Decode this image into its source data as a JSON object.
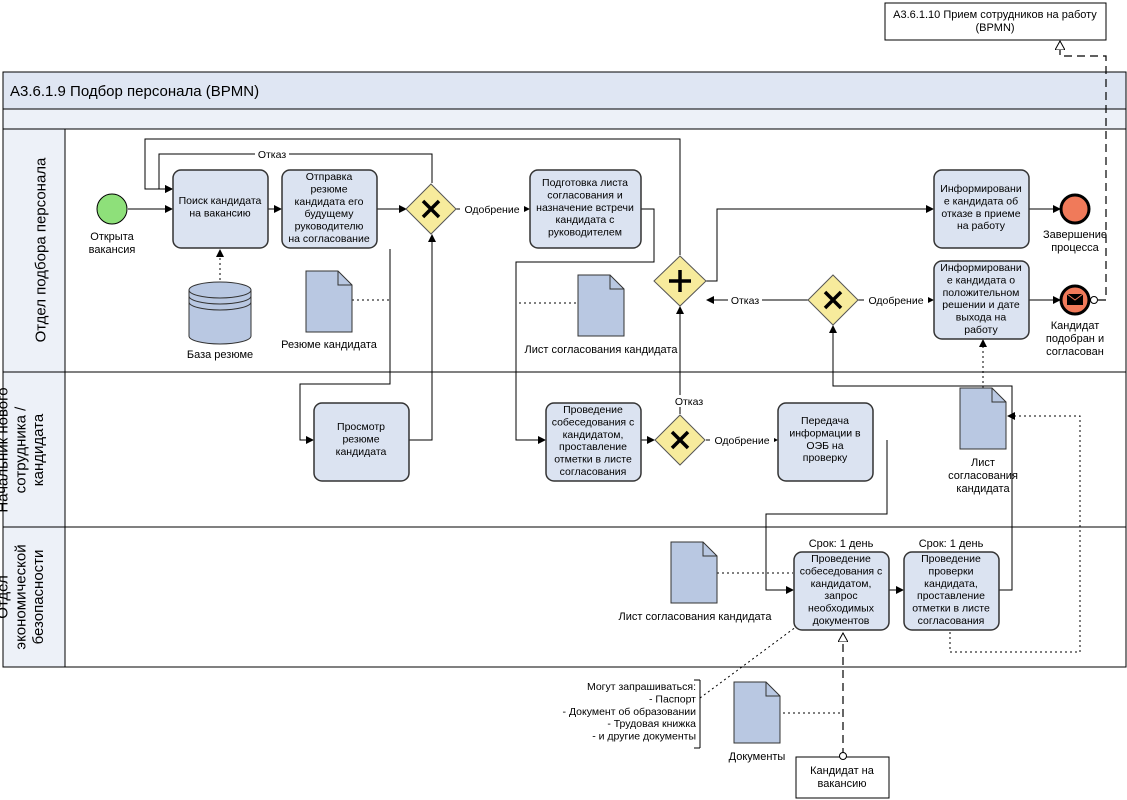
{
  "header": {
    "title": "А3.6.1.9 Подбор персонала (BPMN)",
    "linked_process": [
      "А3.6.1.10 Прием сотрудников на работу",
      "(BPMN)"
    ]
  },
  "lanes": [
    {
      "lines": [
        "Отдел подбора персонала"
      ]
    },
    {
      "lines": [
        "Начальник нового",
        "сотрудника /",
        "кандидата"
      ]
    },
    {
      "lines": [
        "Отдел",
        "экономической",
        "безопасности"
      ]
    }
  ],
  "events": {
    "start": [
      "Открыта",
      "вакансия"
    ],
    "end_reject": [
      "Завершение",
      "процесса"
    ],
    "end_success": [
      "Кандидат",
      "подобран и",
      "согласован"
    ]
  },
  "tasks": {
    "search": [
      "Поиск кандидата",
      "на вакансию"
    ],
    "send": [
      "Отправка",
      "резюме",
      "кандидата его",
      "будущему",
      "руководителю",
      "на согласование"
    ],
    "prepare": [
      "Подготовка листа",
      "согласования и",
      "назначение встречи",
      "кандидата с",
      "руководителем"
    ],
    "inform_reject": [
      "Информировани",
      "е кандидата об",
      "отказе в приеме",
      "на работу"
    ],
    "inform_positive": [
      "Информировани",
      "е кандидата о",
      "положительном",
      "решении и дате",
      "выхода на",
      "работу"
    ],
    "review": [
      "Просмотр",
      "резюме",
      "кандидата"
    ],
    "interview": [
      "Проведение",
      "собеседования с",
      "кандидатом,",
      "проставление",
      "отметки в листе",
      "согласования"
    ],
    "transfer": [
      "Передача",
      "информации в",
      "ОЭБ на",
      "проверку"
    ],
    "sec_interview": [
      "Проведение",
      "собеседования с",
      "кандидатом,",
      "запрос",
      "необходимых",
      "документов"
    ],
    "sec_check": [
      "Проведение",
      "проверки",
      "кандидата,",
      "проставление",
      "отметки в листе",
      "согласования"
    ],
    "candidate": [
      "Кандидат на",
      "вакансию"
    ]
  },
  "timers": {
    "sec_interview": "Срок: 1 день",
    "sec_check": "Срок: 1 день"
  },
  "artifacts": {
    "resume_db": "База резюме",
    "resume_doc": "Резюме кандидата",
    "list_top": "Лист согласования кандидата",
    "list_mid": [
      "Лист",
      "согласования",
      "кандидата"
    ],
    "list_bottom": "Лист согласования кандидата",
    "documents": "Документы"
  },
  "flow_labels": {
    "reject_top": "Отказ",
    "approve_1": "Одобрение",
    "reject_mid": "Отказ",
    "approve_2": "Одобрение",
    "reject_3": "Отказ",
    "approve_3": "Одобрение"
  },
  "annotation": [
    "Могут запрашиваться:",
    "- Паспорт",
    "- Документ об образовании",
    "- Трудовая книжка",
    "- и другие документы"
  ],
  "colors": {
    "task_fill": "#dbe3f1",
    "task_stroke": "#333333",
    "gateway_fill": "#f7eb9c",
    "start_fill": "#8ee07a",
    "end_fill": "#f07a5a",
    "doc_fill": "#b9c8e2",
    "header_fill": "#dfe6f3"
  }
}
